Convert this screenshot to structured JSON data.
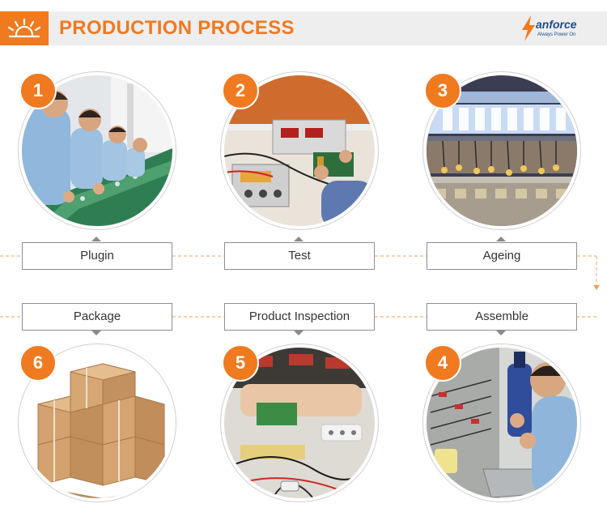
{
  "header": {
    "title": "PRODUCTION PROCESS",
    "brand_name": "anforce",
    "brand_tagline": "Always Power On",
    "brand_icon": "lightning-bolt-icon",
    "header_icon": "sunrise-icon",
    "accent_color": "#f07a1f",
    "brand_color": "#1b4e8f"
  },
  "steps": [
    {
      "number": "1",
      "label": "Plugin"
    },
    {
      "number": "2",
      "label": "Test"
    },
    {
      "number": "3",
      "label": "Ageing"
    },
    {
      "number": "4",
      "label": "Assemble"
    },
    {
      "number": "5",
      "label": "Product Inspection"
    },
    {
      "number": "6",
      "label": "Package"
    }
  ]
}
